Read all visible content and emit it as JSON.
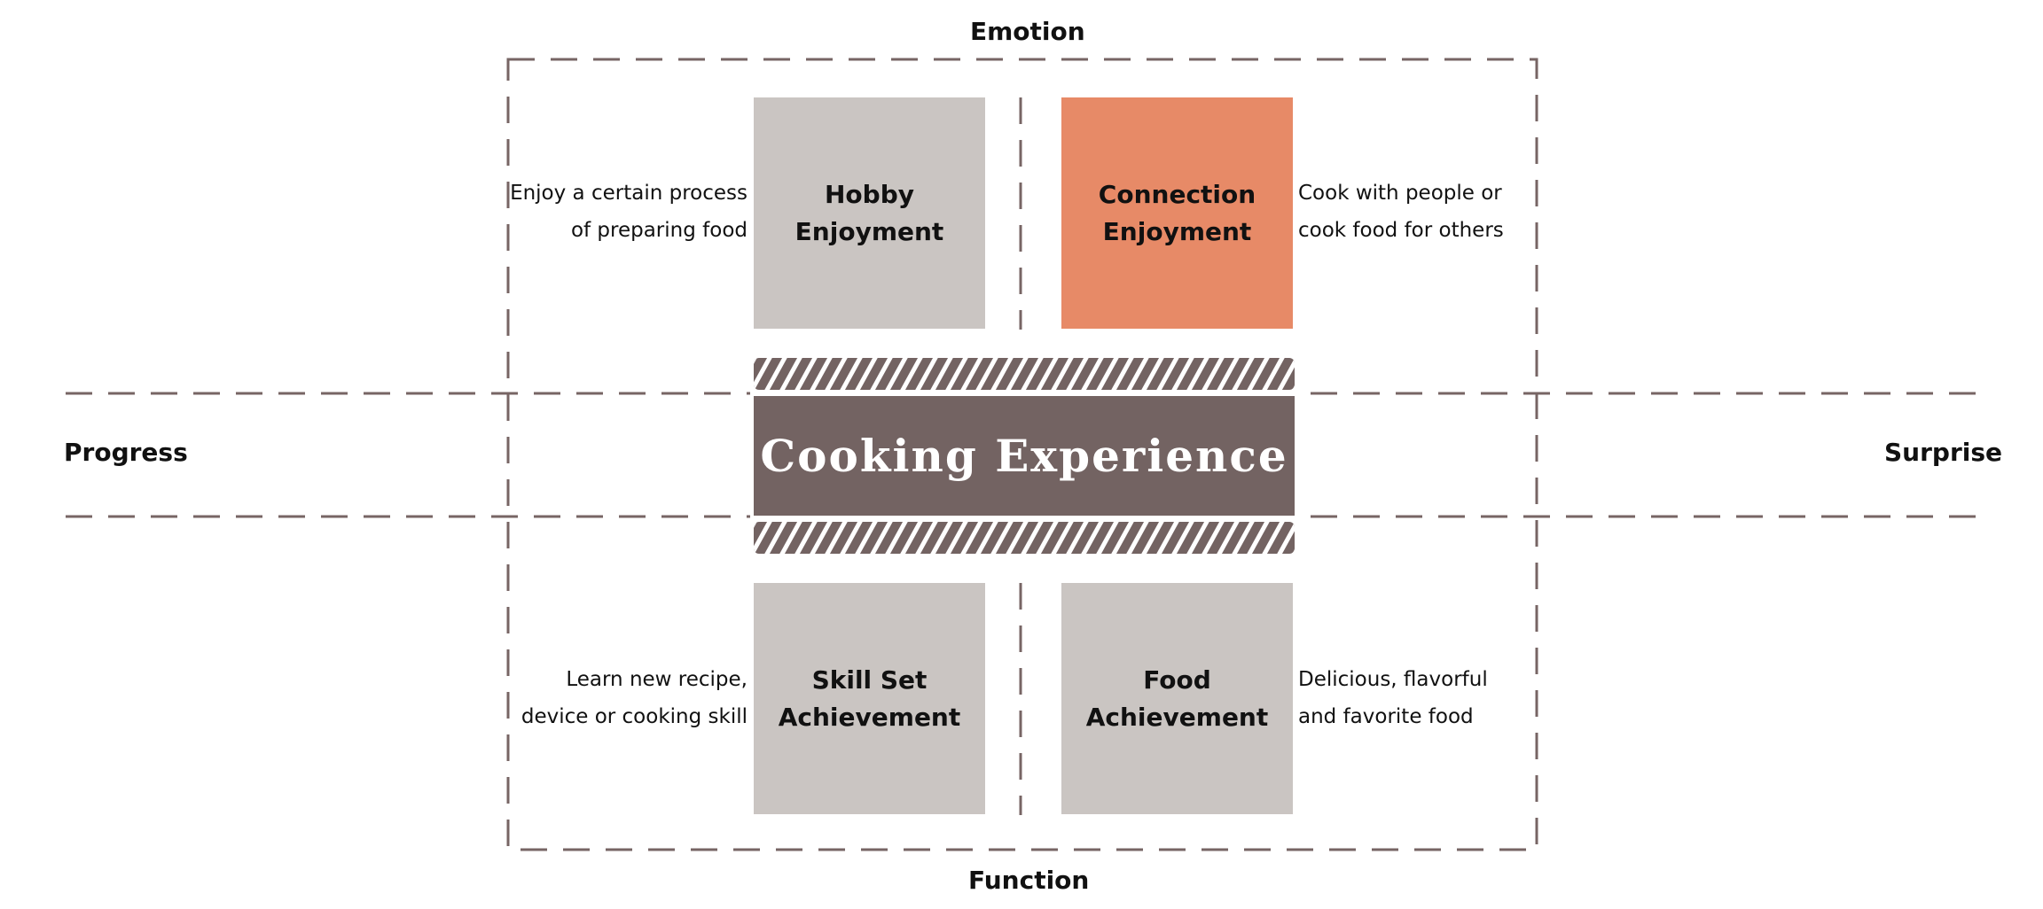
{
  "axes": {
    "top": "Emotion",
    "bottom": "Function",
    "left": "Progress",
    "right": "Surprise"
  },
  "center": {
    "title": "Cooking Experience"
  },
  "quadrants": {
    "top_left": {
      "title": "Hobby Enjoyment",
      "description": [
        "Enjoy a certain process",
        "of preparing food"
      ],
      "highlighted": false
    },
    "top_right": {
      "title": "Connection Enjoyment",
      "description": [
        "Cook with people or",
        "cook food for others"
      ],
      "highlighted": true
    },
    "bottom_left": {
      "title": "Skill Set Achievement",
      "description": [
        "Learn new recipe,",
        "device or cooking skill"
      ],
      "highlighted": false
    },
    "bottom_right": {
      "title": "Food Achievement",
      "description": [
        "Delicious, flavorful",
        "and favorite food"
      ],
      "highlighted": false
    }
  },
  "colors": {
    "line": "#776564",
    "center_band": "#736362",
    "box": "#cac5c2",
    "highlight": "#e78a67"
  }
}
